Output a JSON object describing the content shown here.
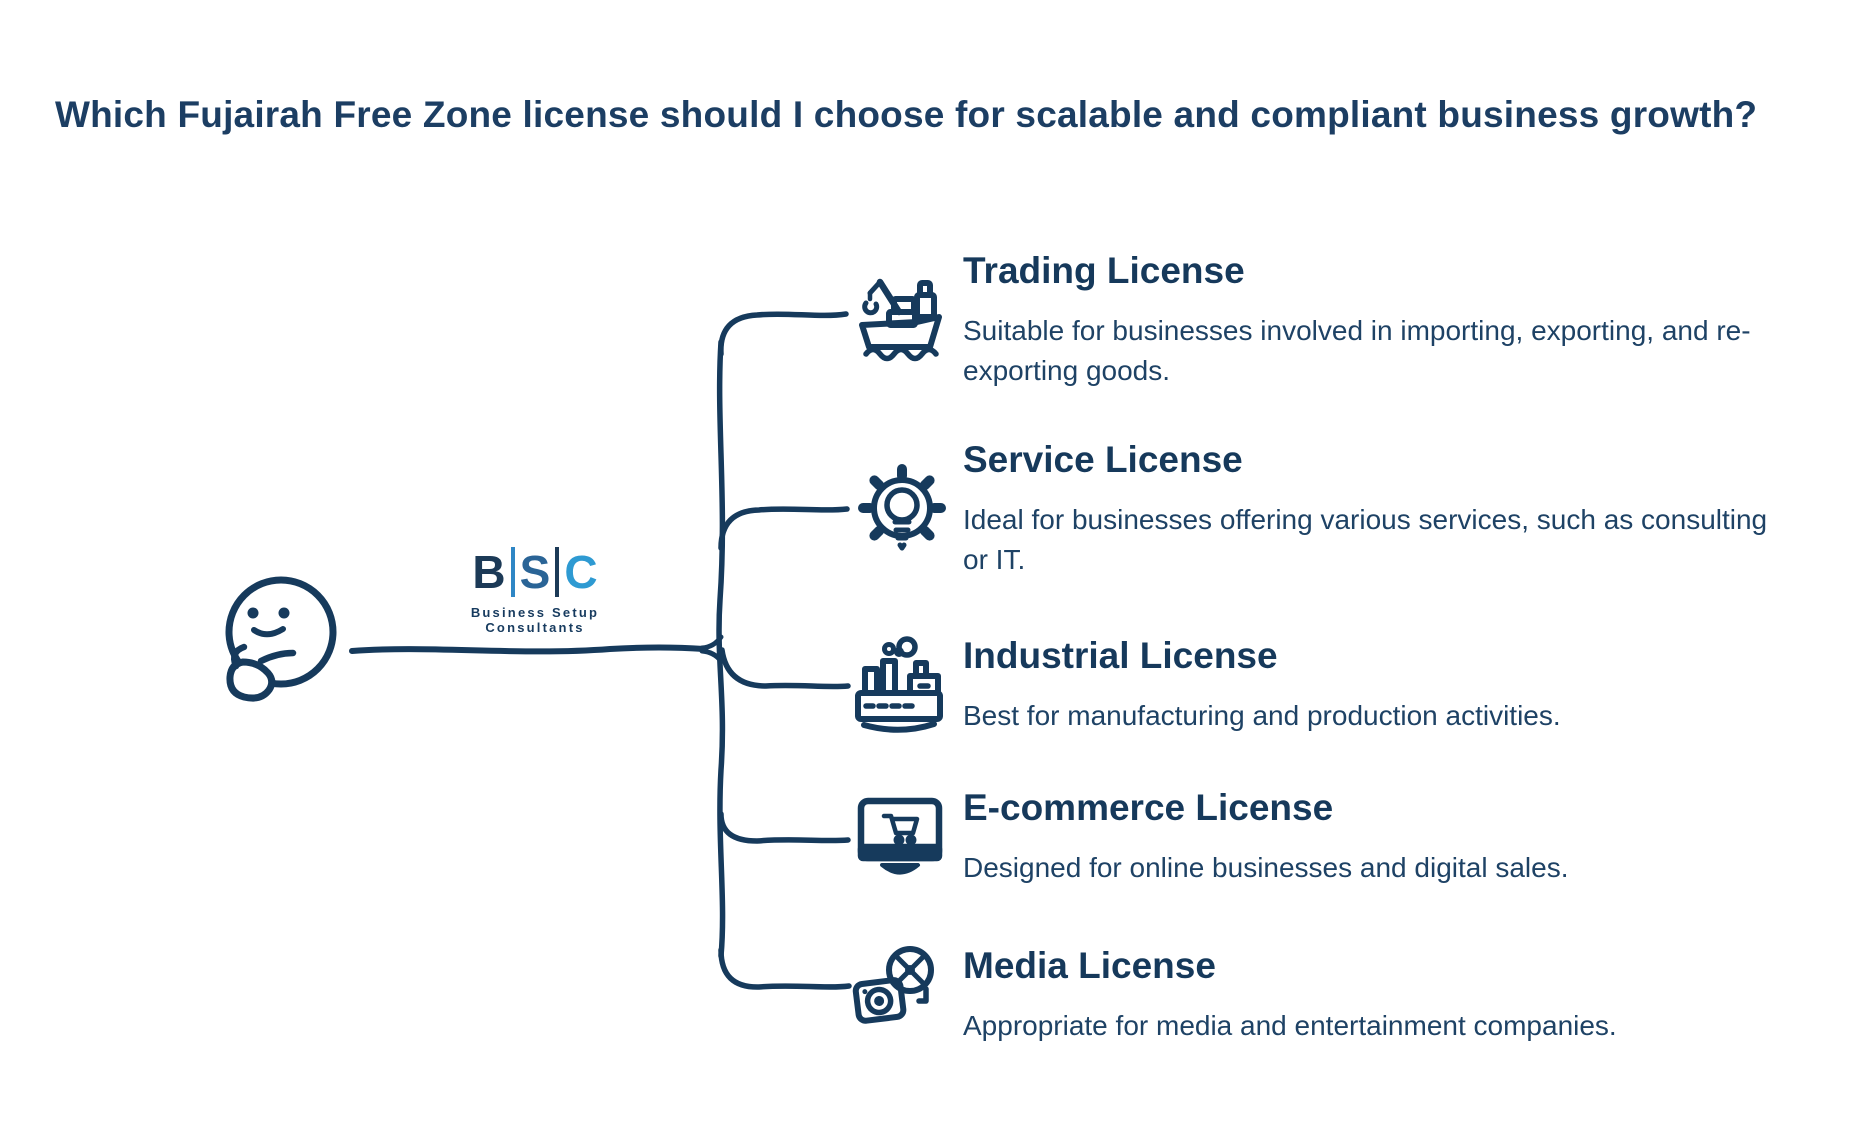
{
  "title": "Which Fujairah Free Zone license should I choose for scalable and compliant business growth?",
  "logo": {
    "letter_1": "B",
    "letter_2": "S",
    "letter_3": "C",
    "tagline_line_1": "Business Setup",
    "tagline_line_2": "Consultants"
  },
  "colors": {
    "ink": "#163A5C",
    "title_text": "#1C3E63",
    "heading_text": "#16395B",
    "body_text": "#1E4265",
    "logo_b": "#1C3A57",
    "logo_s": "#2A6496",
    "logo_c": "#2E9AD2",
    "logo_bar_blue": "#2E86C5",
    "logo_bar_navy": "#1C3A57"
  },
  "diagram": {
    "center_icon": "thinking-face-icon",
    "sections": [
      {
        "icon": "cargo-ship-crane-icon",
        "heading": "Trading License",
        "description": "Suitable for businesses involved in importing, exporting, and re-exporting goods."
      },
      {
        "icon": "gear-lightbulb-icon",
        "heading": "Service License",
        "description": "Ideal for businesses offering various services, such as consulting or IT."
      },
      {
        "icon": "factory-icon",
        "heading": "Industrial License",
        "description": "Best for manufacturing and production activities."
      },
      {
        "icon": "monitor-shopping-cart-icon",
        "heading": "E-commerce License",
        "description": "Designed for online businesses and digital sales."
      },
      {
        "icon": "camera-film-reel-icon",
        "heading": "Media License",
        "description": "Appropriate for media and entertainment companies."
      }
    ]
  }
}
